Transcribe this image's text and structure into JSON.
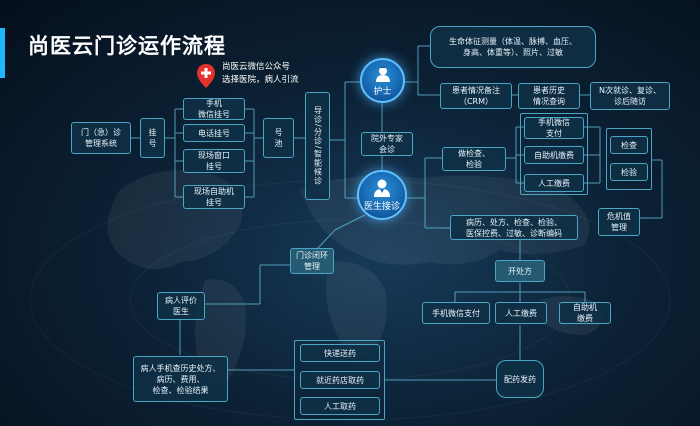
{
  "title": "尚医云门诊运作流程",
  "colors": {
    "accent": "#1fb5ff",
    "box_border": "#4aa6c4",
    "node_fill": "#1769b3",
    "pin_red": "#e3322b"
  },
  "icons": {
    "location_pin": "location-pin-icon",
    "nurse": "nurse-icon",
    "doctor": "doctor-icon"
  },
  "wechat_note": "尚医云微信公众号\n选择医院，病人引流",
  "boxes": {
    "outpatient_system": "门（急）诊\n管理系统",
    "registration": "挂\n号",
    "wechat_register": "手机\n微信挂号",
    "phone_register": "电话挂号",
    "window_register": "现场窗口\n挂号",
    "kiosk_register": "现场自助机\n挂号",
    "number_pool": "号\n池",
    "triage": "导诊/分诊/智能候诊",
    "vital_signs": "生命体征测量（体温、脉搏、血压、\n身高、体重等）、照片、过敏",
    "crm_notes": "患者情况备注\n（CRM）",
    "history_query": "患者历史\n情况查询",
    "followup": "N次就诊、复诊、\n诊后随访",
    "external_consult": "院外专家\n会诊",
    "exam_test": "做检查、\n检验",
    "wechat_pay1": "手机微信\n支付",
    "kiosk_pay1": "自助机缴费",
    "manual_pay1": "人工缴费",
    "check": "检查",
    "lab_test": "检验",
    "critical_mgmt": "危机值\n管理",
    "records": "病历、处方、检查、检验、\n医保控费、过敏、诊断编码",
    "closed_loop": "门诊闭环\n管理",
    "prescribe": "开处方",
    "wechat_pay2": "手机微信支付",
    "manual_pay2": "人工缴费",
    "kiosk_pay2": "自助机\n缴费",
    "patient_review": "病人评价\n医生",
    "mobile_query": "病人手机查历史处方、\n病历、费用、\n检查、检验结果",
    "express_delivery": "快递送药",
    "nearby_pickup": "就近药店取药",
    "manual_pickup": "人工取药",
    "dispense": "配药发药"
  },
  "nodes": {
    "nurse": "护士",
    "doctor": "医生接诊"
  }
}
